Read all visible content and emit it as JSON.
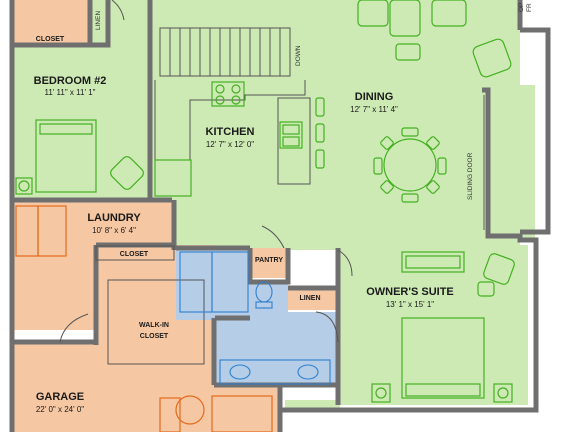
{
  "colors": {
    "living": "#cdeab5",
    "service": "#f6c7a3",
    "bath": "#b5cde6",
    "wall": "#6f6f6f",
    "furniture_green": "#44b020",
    "furniture_blue": "#2f7fd1",
    "furniture_orange": "#e46b1c"
  },
  "rooms": {
    "bedroom2": {
      "name": "BEDROOM #2",
      "dims": "11' 11\" x 11' 1\""
    },
    "kitchen": {
      "name": "KITCHEN",
      "dims": "12' 7\" x 12' 0\""
    },
    "dining": {
      "name": "DINING",
      "dims": "12' 7\" x 11' 4\""
    },
    "laundry": {
      "name": "LAUNDRY",
      "dims": "10' 8\" x 6' 4\""
    },
    "owners_suite": {
      "name": "OWNER'S SUITE",
      "dims": "13' 1\" x 15' 1\""
    },
    "garage": {
      "name": "GARAGE",
      "dims": "22' 0\" x 24' 0\""
    }
  },
  "labels": {
    "closet_top": "CLOSET",
    "linen_top": "LINEN",
    "down": "DOWN",
    "sliding_door": "SLIDING DOOR",
    "closet_laundry": "CLOSET",
    "pantry": "PANTRY",
    "linen_bath": "LINEN",
    "walkin_1": "WALK-IN",
    "walkin_2": "CLOSET",
    "top_right_1": "OP",
    "top_right_2": "FR"
  }
}
